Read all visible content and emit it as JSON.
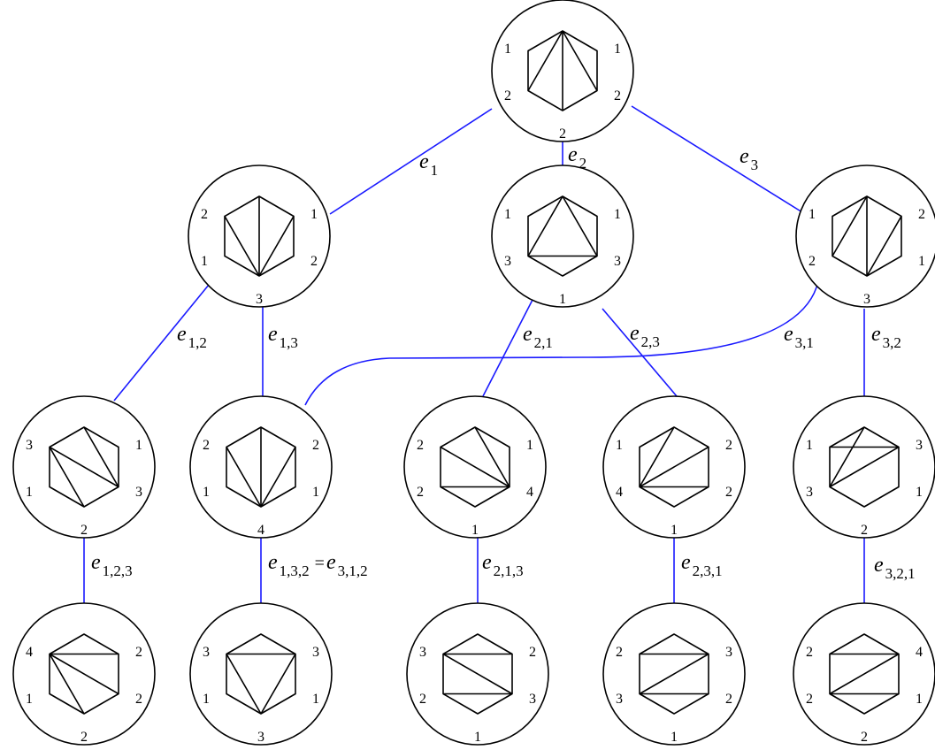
{
  "colors": {
    "edge": "#1a1aff",
    "stroke": "#000000"
  },
  "nodes": [
    {
      "id": "root",
      "labels": [
        "1",
        "1",
        "2",
        "2",
        "2"
      ]
    },
    {
      "id": "n1",
      "labels": [
        "2",
        "1",
        "1",
        "2",
        "3"
      ]
    },
    {
      "id": "n2",
      "labels": [
        "1",
        "1",
        "3",
        "3",
        "1"
      ]
    },
    {
      "id": "n3",
      "labels": [
        "1",
        "2",
        "2",
        "1",
        "3"
      ]
    },
    {
      "id": "n12",
      "labels": [
        "3",
        "1",
        "1",
        "3",
        "2"
      ]
    },
    {
      "id": "n13",
      "labels": [
        "2",
        "2",
        "1",
        "1",
        "4"
      ]
    },
    {
      "id": "n21",
      "labels": [
        "2",
        "1",
        "2",
        "4",
        "1"
      ]
    },
    {
      "id": "n23",
      "labels": [
        "1",
        "2",
        "4",
        "2",
        "1"
      ]
    },
    {
      "id": "n32",
      "labels": [
        "1",
        "3",
        "3",
        "1",
        "2"
      ]
    },
    {
      "id": "n123",
      "labels": [
        "4",
        "2",
        "1",
        "2",
        "2"
      ]
    },
    {
      "id": "n132",
      "labels": [
        "3",
        "3",
        "1",
        "1",
        "3"
      ]
    },
    {
      "id": "n213",
      "labels": [
        "3",
        "2",
        "2",
        "3",
        "1"
      ]
    },
    {
      "id": "n231",
      "labels": [
        "2",
        "3",
        "3",
        "2",
        "1"
      ]
    },
    {
      "id": "n321",
      "labels": [
        "2",
        "4",
        "2",
        "1",
        "2"
      ]
    }
  ],
  "edges": [
    {
      "id": "e1",
      "label": {
        "base": "e",
        "sub": "1"
      }
    },
    {
      "id": "e2",
      "label": {
        "base": "e",
        "sub": "2"
      }
    },
    {
      "id": "e3",
      "label": {
        "base": "e",
        "sub": "3"
      }
    },
    {
      "id": "e12",
      "label": {
        "base": "e",
        "sub": "1,2"
      }
    },
    {
      "id": "e13",
      "label": {
        "base": "e",
        "sub": "1,3"
      }
    },
    {
      "id": "e21",
      "label": {
        "base": "e",
        "sub": "2,1"
      }
    },
    {
      "id": "e23",
      "label": {
        "base": "e",
        "sub": "2,3"
      }
    },
    {
      "id": "e31",
      "label": {
        "base": "e",
        "sub": "3,1"
      }
    },
    {
      "id": "e32",
      "label": {
        "base": "e",
        "sub": "3,2"
      }
    },
    {
      "id": "e123",
      "label": {
        "base": "e",
        "sub": "1,2,3"
      }
    },
    {
      "id": "e132",
      "label": {
        "base": "e",
        "sub": "1,3,2",
        "eq": "=",
        "base2": "e",
        "sub2": "3,1,2"
      }
    },
    {
      "id": "e213",
      "label": {
        "base": "e",
        "sub": "2,1,3"
      }
    },
    {
      "id": "e231",
      "label": {
        "base": "e",
        "sub": "2,3,1"
      }
    },
    {
      "id": "e321",
      "label": {
        "base": "e",
        "sub": "3,2,1"
      }
    }
  ]
}
